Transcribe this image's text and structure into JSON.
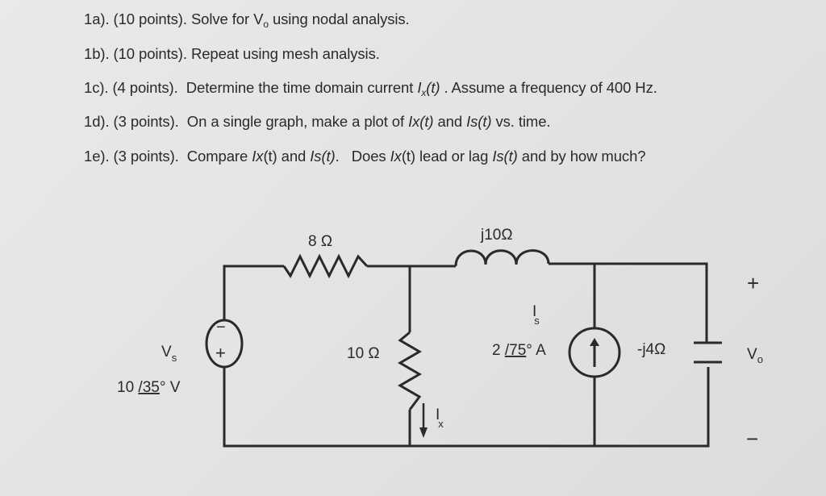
{
  "questions": [
    {
      "num": "1a).",
      "points": "(10 points).",
      "text_pre": "Solve for V",
      "sub": "o",
      "text_post": " using nodal analysis."
    },
    {
      "num": "1b).",
      "points": "(10 points).",
      "text": "Repeat using mesh analysis."
    },
    {
      "num": "1c).",
      "points": "(4 points).",
      "text_pre": "Determine the time domain current ",
      "italic": "I",
      "sub": "x",
      "italic2": "(t)",
      "text_post": " . Assume a frequency of 400 Hz."
    },
    {
      "num": "1d).",
      "points": "(3 points).",
      "text_pre": "On a single graph, make a plot of ",
      "i1": "Ix(t)",
      "mid": " and ",
      "i2": "Is(t)",
      "text_post": " vs. time."
    },
    {
      "num": "1e).",
      "points": "(3 points).",
      "text_pre": "Compare ",
      "i1": "Ix",
      "t1": "(t) and ",
      "i2": "Is(t)",
      "t2": ".   Does ",
      "i3": "Ix",
      "t3": "(t) lead or lag ",
      "i4": "Is(t)",
      "text_post": " and by how much?"
    }
  ],
  "circuit": {
    "r1": "8 Ω",
    "l1": "j10Ω",
    "r2": "10 Ω",
    "c1": "-j4Ω",
    "vs_label": "V",
    "vs_sub": "s",
    "vs_mag": "10 ",
    "vs_angle": "/35",
    "vs_unit": "° V",
    "vs_minus": "−",
    "vs_plus": "+",
    "is_label": "I",
    "is_sub": "s",
    "is_mag": "2 ",
    "is_angle": "/75",
    "is_unit": "° A",
    "ix_label": "I",
    "ix_sub": "x",
    "vo_plus": "+",
    "vo_label": "V",
    "vo_sub": "o",
    "vo_minus": "−"
  }
}
